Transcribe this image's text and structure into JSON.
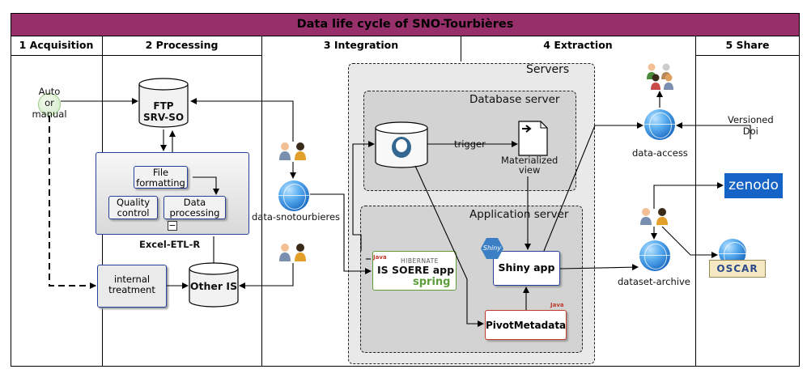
{
  "title": "Data life cycle of SNO-Tourbières",
  "columns": [
    "1 Acquisition",
    "2 Processing",
    "3 Integration",
    "4 Extraction",
    "5 Share"
  ],
  "acquisition": {
    "source_label": "Auto\nor\nmanual"
  },
  "processing": {
    "ftp_label": "FTP\nSRV-SO",
    "file_formatting": "File\nformatting",
    "quality_control": "Quality\ncontrol",
    "data_processing": "Data\nprocessing",
    "minus_sign": "−",
    "etl_label": "Excel-ETL-R",
    "internal_treatment": "internal\ntreatment",
    "other_is": "Other IS"
  },
  "integration": {
    "globe_label": "data-snotourbieres"
  },
  "servers": {
    "servers_label": "Servers",
    "database_server": "Database server",
    "application_server": "Application server",
    "trigger": "trigger",
    "materialized_view": "Materialized\nview",
    "shiny_app": "Shiny app",
    "shiny_logo": "Shiny",
    "is_soere_app": "IS SOERE app",
    "hibernate": "HIBERNATE",
    "spring": "spring",
    "java": "Java",
    "pivot_metadata": "PivotMetadata"
  },
  "extraction": {
    "data_access": "data-access",
    "dataset_archive": "dataset-archive"
  },
  "share": {
    "versioned_doi": "Versioned\nDoi",
    "zenodo": "zenodo",
    "oscar": "OSCAR"
  },
  "colors": {
    "title_bar": "#97306a",
    "box_border": "#27409a",
    "server_bg": "#d3d3d3",
    "zenodo_blue": "#1663c7",
    "hibernate_green": "#5d9e3a"
  }
}
